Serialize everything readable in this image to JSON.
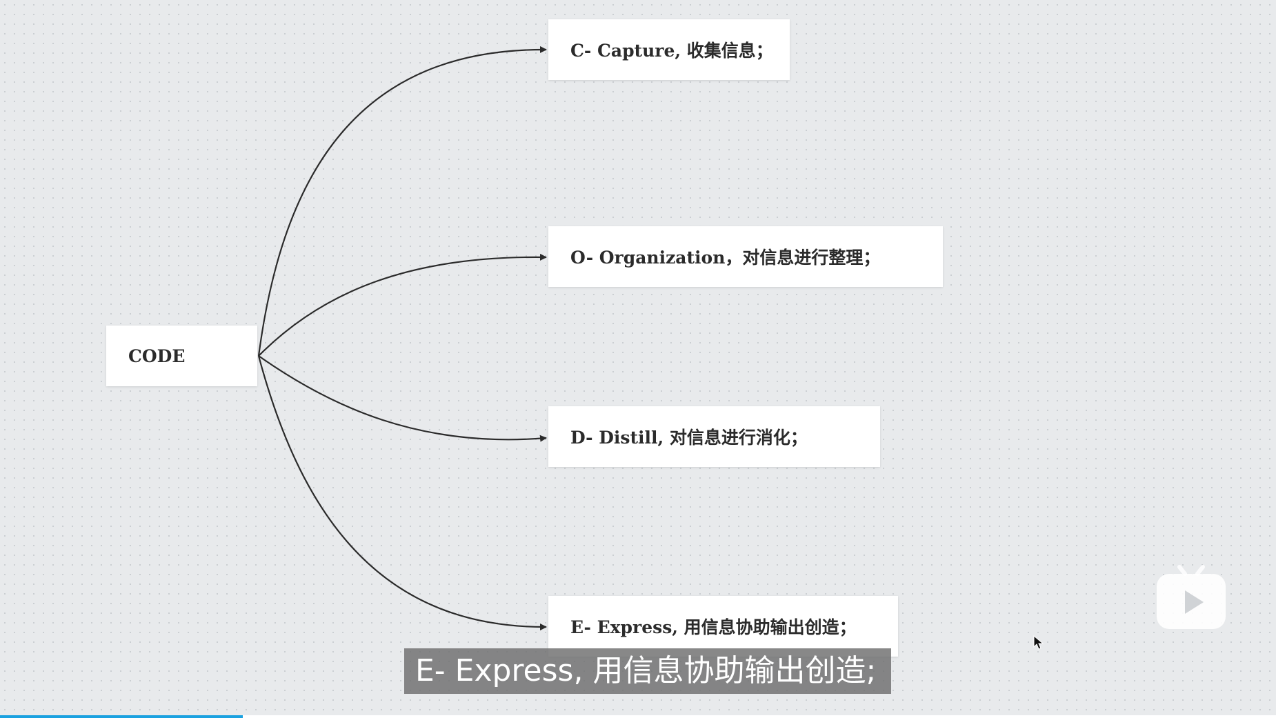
{
  "diagram": {
    "root": {
      "label": "CODE"
    },
    "branches": [
      {
        "label": "C- Capture, 收集信息；"
      },
      {
        "label": "O- Organization，对信息进行整理；"
      },
      {
        "label": "D- Distill, 对信息进行消化；"
      },
      {
        "label": "E- Express, 用信息协助输出创造；"
      }
    ]
  },
  "video": {
    "subtitle": "E- Express, 用信息协助输出创造;",
    "progress": 0.19,
    "logo_icon": "bilibili-tv-icon",
    "cursor_icon": "mouse-pointer-icon"
  },
  "colors": {
    "canvas_background": "#e8eaec",
    "edge_stroke": "#2b2b2b",
    "node_background": "#ffffff",
    "progress_color": "#1aa1e0"
  }
}
